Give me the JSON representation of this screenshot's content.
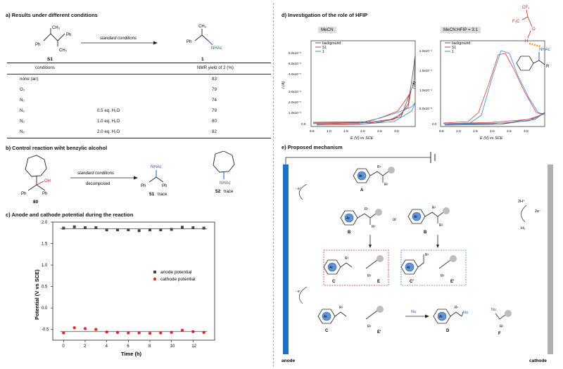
{
  "section_a": {
    "header": "a) Results under different conditions",
    "arrow_label": "standard conditions",
    "sm_label": "S1",
    "sm_groups": [
      "CH₃",
      "Ph",
      "Ph",
      "CH₃"
    ],
    "product_label": "1",
    "product_groups": [
      "CH₃",
      "Ph",
      "NHAc"
    ],
    "col_conditions": "conditions",
    "col_yield": "NMR yield of 2 (%)",
    "rows": [
      {
        "atm": "none (air)",
        "additive": "",
        "yield": "83"
      },
      {
        "atm": "O₂",
        "additive": "",
        "yield": "79"
      },
      {
        "atm": "N₂",
        "additive": "",
        "yield": "74"
      },
      {
        "atm": "N₂",
        "additive": "0.5 eq. H₂O",
        "yield": "79"
      },
      {
        "atm": "N₂",
        "additive": "1.0 eq. H₂O",
        "yield": "80"
      },
      {
        "atm": "N₂",
        "additive": "2.0 eq. H₂O",
        "yield": "82"
      }
    ]
  },
  "section_b": {
    "header": "b) Control reaction wiht benzylic alcohol",
    "sm_label": "80",
    "sm_groups": [
      "OH",
      "Ph",
      "Ph"
    ],
    "arrow_top": "standard conditions",
    "arrow_bottom": "decomposed",
    "p1_label": "51",
    "p1_trace": "trace",
    "p1_groups": [
      "NHAc",
      "Ph",
      "Ph"
    ],
    "p2_label": "52",
    "p2_trace": "trace",
    "p2_group": "NHAc"
  },
  "section_c": {
    "header": "c) Anode and cathode potential during the reaction",
    "chart_data": {
      "type": "scatter",
      "xlabel": "Time (h)",
      "ylabel": "Potential (V vs SCE)",
      "xlim": [
        -1,
        14
      ],
      "ylim": [
        -0.75,
        2.0
      ],
      "xticks": [
        0,
        2,
        4,
        6,
        8,
        10,
        12
      ],
      "yticks": [
        -0.5,
        0.0,
        0.5,
        1.0,
        1.5,
        2.0
      ],
      "legend_position": "right",
      "series": [
        {
          "name": "anode potential",
          "color": "#444444",
          "x": [
            0,
            1,
            2,
            3,
            4,
            5,
            6,
            7,
            8,
            9,
            10,
            11,
            12,
            13
          ],
          "y": [
            1.86,
            1.89,
            1.87,
            1.87,
            1.82,
            1.82,
            1.82,
            1.8,
            1.82,
            1.82,
            1.83,
            1.88,
            1.87,
            1.86
          ]
        },
        {
          "name": "cathode potential",
          "color": "#e03030",
          "x": [
            0,
            1,
            2,
            3,
            4,
            5,
            6,
            7,
            8,
            9,
            10,
            11,
            12,
            13
          ],
          "y": [
            -0.58,
            -0.46,
            -0.48,
            -0.5,
            -0.56,
            -0.57,
            -0.58,
            -0.58,
            -0.59,
            -0.58,
            -0.57,
            -0.52,
            -0.55,
            -0.57
          ]
        }
      ]
    }
  },
  "section_d": {
    "header": "d) Investigation of the role of HFIP",
    "panel1_tag": "MeCN",
    "panel2_tag": "MeCN:HFIP = 3:1",
    "xlabel": "E (V) vs SCE",
    "ylabel": "I (A)",
    "legend": [
      "background",
      "S1",
      "1"
    ],
    "colors": {
      "background": "#555555",
      "S1": "#d43a3a",
      "1": "#3e82d4"
    },
    "y1_ticks": [
      "6.0x10⁻⁵",
      "5.0x10⁻⁵",
      "4.0x10⁻⁵",
      "3.0x10⁻⁵",
      "2.0x10⁻⁵",
      "1.0x10⁻⁵",
      "0.0"
    ],
    "y2_ticks": [
      "2.0x10⁻⁴",
      "1.5x10⁻⁴",
      "1.0x10⁻⁴",
      "5.0x10⁻⁵",
      "0.0"
    ],
    "x_ticks": [
      "0.5",
      "1.0",
      "1.5",
      "2.0",
      "2.5",
      "3.0"
    ],
    "hfip_groups": [
      "CF₃",
      "F₃C",
      "O",
      "H",
      "NHAc",
      "R"
    ]
  },
  "section_e": {
    "header": "e) Proposed mechanism",
    "anode": "anode",
    "cathode": "cathode",
    "labels": {
      "A": "A",
      "B": "B",
      "C": "C",
      "Cp": "C'",
      "E": "E",
      "Ep": "E'",
      "D": "D",
      "F": "F",
      "or": "or",
      "Ar": "Ar",
      "R1": "R¹",
      "R2": "R²",
      "e": "- e⁻",
      "Nu": "Nu"
    },
    "cathode_reaction": {
      "top": "2H⁺",
      "electrons": "2e⁻",
      "bottom": "H₂"
    }
  }
}
